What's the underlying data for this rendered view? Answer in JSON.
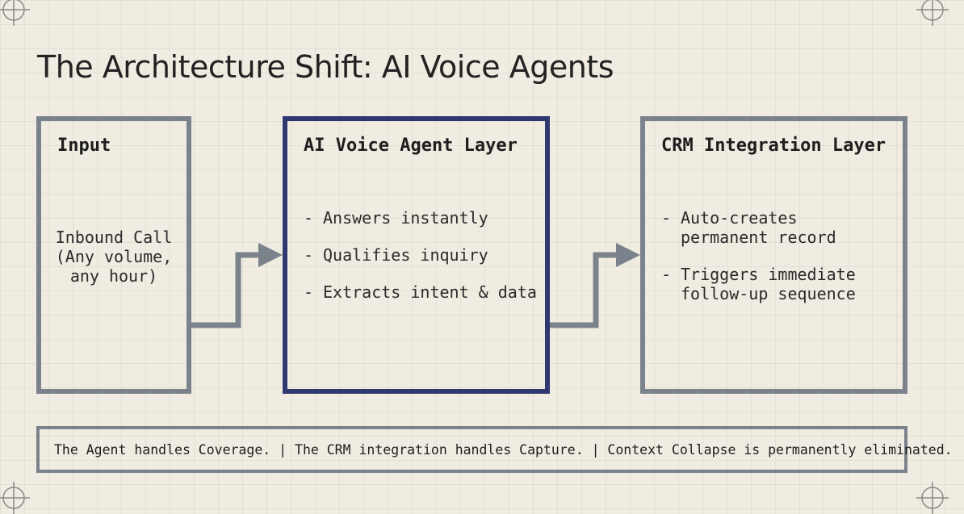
{
  "title": "The Architecture Shift: AI Voice Agents",
  "input": {
    "heading": "Input",
    "lines": [
      "Inbound Call",
      "(Any volume,",
      "any hour)"
    ]
  },
  "agent": {
    "heading": "AI Voice Agent Layer",
    "bullets": [
      "Answers instantly",
      "Qualifies inquiry",
      "Extracts intent & data"
    ]
  },
  "crm": {
    "heading": "CRM Integration Layer",
    "bullets": [
      {
        "line1": "Auto-creates",
        "line2": "permanent record"
      },
      {
        "line1": "Triggers immediate",
        "line2": "follow-up sequence"
      }
    ]
  },
  "bullet_marker": "-",
  "footer": "The Agent handles Coverage. | The CRM integration handles Capture. | Context Collapse is permanently eliminated.",
  "colors": {
    "background": "#f0ece1",
    "box_border": "#7a838b",
    "agent_border": "#2f3870",
    "arrow": "#7a838b"
  }
}
